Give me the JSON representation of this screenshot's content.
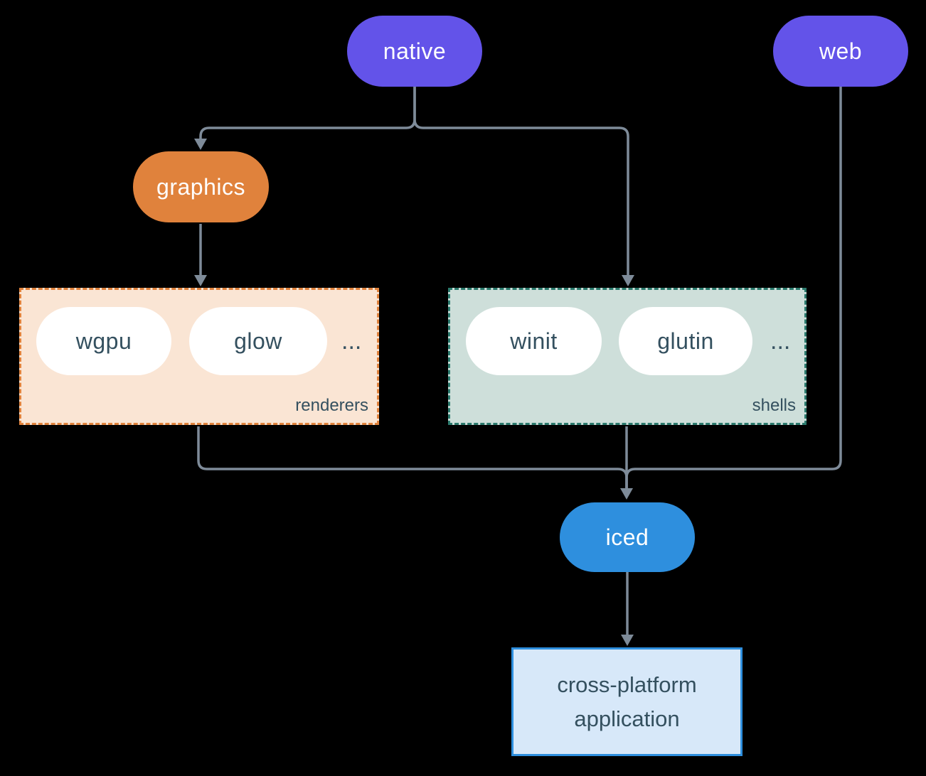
{
  "colors": {
    "background": "#000000",
    "connector": "#7E8B99",
    "purple": "#6353E9",
    "orange": "#E0823C",
    "blue": "#2E8FDE",
    "peach_bg": "#FAE5D4",
    "peach_border": "#E0823C",
    "teal_bg": "#CEDFDA",
    "teal_border": "#2B7A6D",
    "lightblue_bg": "#D7E8F9",
    "dark_text": "#34505F",
    "white_text": "#FFFFFF"
  },
  "nodes": {
    "native": {
      "label": "native"
    },
    "web": {
      "label": "web"
    },
    "graphics": {
      "label": "graphics"
    },
    "iced": {
      "label": "iced"
    },
    "application": {
      "line1": "cross-platform",
      "line2": "application"
    }
  },
  "groups": {
    "renderers": {
      "label": "renderers",
      "items": [
        "wgpu",
        "glow"
      ],
      "ellipsis": "..."
    },
    "shells": {
      "label": "shells",
      "items": [
        "winit",
        "glutin"
      ],
      "ellipsis": "..."
    }
  }
}
